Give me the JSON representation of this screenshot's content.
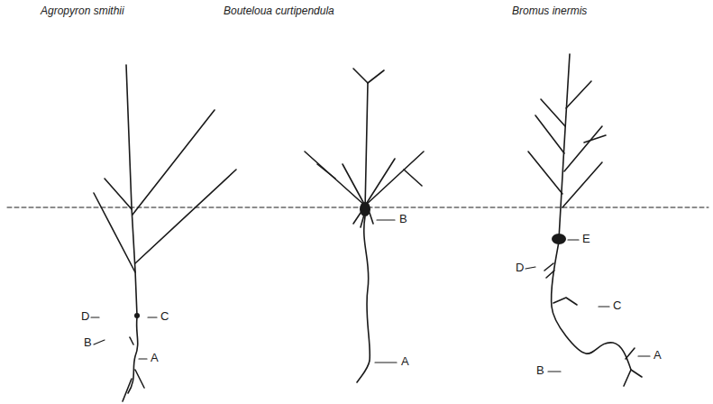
{
  "diagram": {
    "labels": [
      "Agropyron smithii",
      "Bouteloua curtipendula",
      "Bromus inermis",
      "D",
      "C",
      "B",
      "A",
      "B",
      "A",
      "E",
      "D",
      "C",
      "B",
      "A"
    ]
  }
}
